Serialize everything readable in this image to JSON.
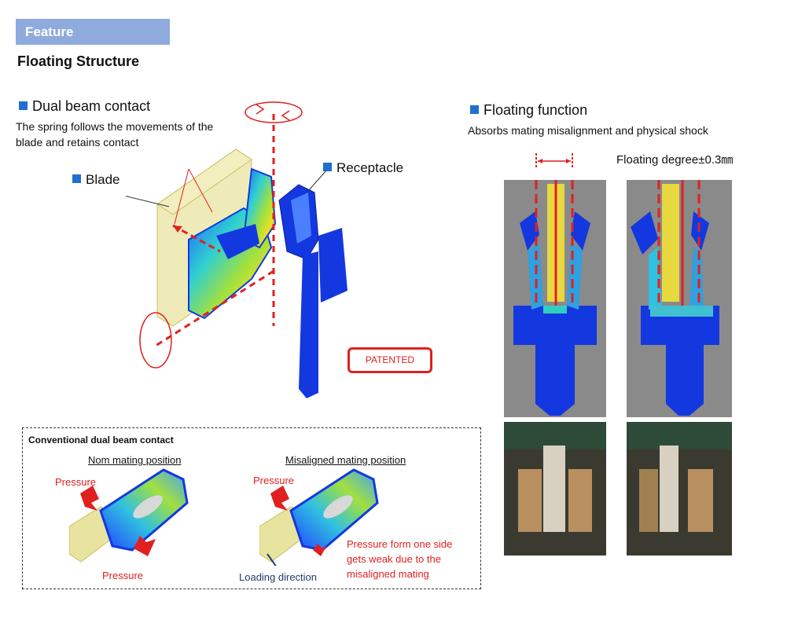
{
  "header": {
    "tab_label": "Feature",
    "title": "Floating Structure"
  },
  "dual_beam": {
    "heading": "Dual beam contact",
    "description_line1": "The spring follows the movements of the",
    "description_line2": "blade and retains contact",
    "blade_label": "Blade",
    "receptacle_label": "Receptacle",
    "patented_label": "PATENTED"
  },
  "conventional": {
    "title": "Conventional dual beam contact",
    "nom_label": "Nom mating position",
    "misaligned_label": "Misaligned mating position",
    "pressure_top_left": "Pressure",
    "pressure_bottom_left": "Pressure",
    "pressure_top_right": "Pressure",
    "note_line1": "Pressure form one side",
    "note_line2": "gets weak due to the",
    "note_line3": "misaligned mating",
    "loading_direction": "Loading direction"
  },
  "floating": {
    "heading": "Floating function",
    "description": "Absorbs mating misalignment and physical shock",
    "degree_label": "Floating degree±0.3㎜"
  },
  "colors": {
    "accent_red": "#e02020",
    "bullet_blue": "#1f6fd0",
    "tab_blue": "#8faadc",
    "part_blue": "#1438e0",
    "housing_yellow": "#e8e4a0"
  }
}
